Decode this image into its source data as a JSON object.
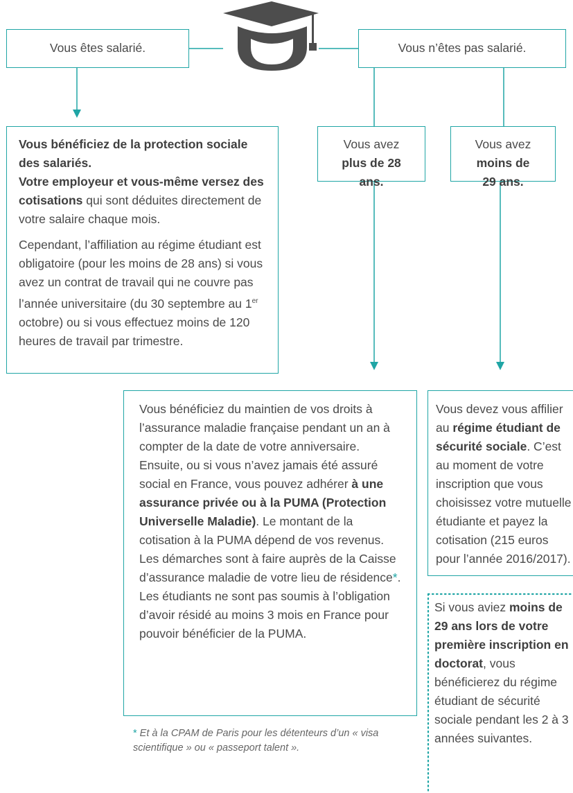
{
  "top": {
    "left_label": "Vous êtes salarié.",
    "right_label": "Vous n’êtes pas salarié."
  },
  "salarie": {
    "b1": "Vous bénéficiez de la protection sociale des salariés.",
    "b2": "Votre employeur et vous-même versez des cotisations",
    "t1": " qui sont déduites directement de votre salaire chaque mois.",
    "p2_a": "Cependant, l’affiliation au régime étudiant est obligatoire (pour les moins de 28 ans) si vous avez un contrat de travail qui ne couvre pas l’année universitaire (du 30 septembre au 1",
    "p2_sup": "er",
    "p2_b": " octobre) ou si vous effectuez moins de 120 heures de travail par trimestre."
  },
  "plus28": {
    "line1": "Vous avez",
    "bold": "plus de 28 ans."
  },
  "moins29": {
    "line1": "Vous avez",
    "bold": "moins de 29 ans."
  },
  "puma": {
    "t1": "Vous bénéficiez du maintien de vos droits à l’assurance maladie française pendant un an à compter de la date de votre anniversaire. Ensuite, ou si vous n’avez jamais été assuré social en France, vous pouvez adhérer ",
    "b1": "à une assurance privée ou à la PUMA (Protection Universelle Maladie)",
    "t2": ". Le montant de la cotisation à la PUMA dépend de vos revenus.",
    "t3": "Les démarches sont à faire auprès de la Caisse d’assurance maladie de votre lieu de résidence",
    "star": "*",
    "t4": ". Les étudiants ne sont pas soumis à l’obligation d’avoir résidé au moins 3 mois en France pour pouvoir bénéficier de la PUMA."
  },
  "footnote": {
    "star": "*",
    "text": " Et à la CPAM de Paris pour les détenteurs d’un « visa scientifique » ou « passeport talent »."
  },
  "etudiant": {
    "t1": "Vous devez vous affilier au ",
    "b1": "régime étudiant de sécurité sociale",
    "t2": ". C’est au moment de votre inscription que vous choisissez votre mutuelle étudiante et payez la cotisation (215 euros pour l’année 2016/2017)."
  },
  "doctorat": {
    "t1": "Si vous aviez ",
    "b1": "moins de 29 ans lors de votre première inscription en doctorat",
    "t2": ", vous bénéficierez du régime étudiant de sécurité sociale pendant les 2 à 3 années suivantes."
  },
  "colors": {
    "accent": "#1fa5a5",
    "text": "#4a4a4a",
    "icon": "#4d4d4d"
  },
  "icons": [
    "graduation-cap-icon"
  ]
}
